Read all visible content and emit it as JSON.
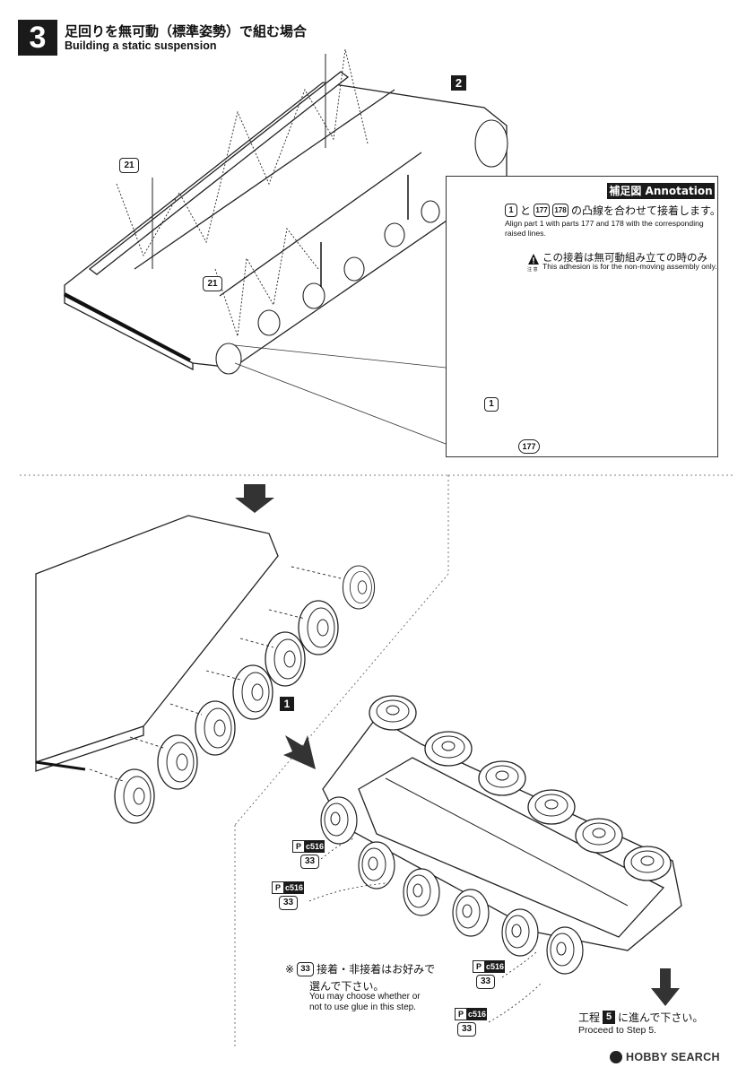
{
  "step": {
    "number": "3",
    "title_jp": "足回りを無可動（標準姿勢）で組む場合",
    "title_en": "Building a static suspension"
  },
  "refs": {
    "step2": "2",
    "step1": "1"
  },
  "parts": {
    "p21a": "21",
    "p21b": "21",
    "ann_1": "1",
    "ann_177": "177",
    "p33a": "33",
    "p33b": "33",
    "p33c": "33",
    "p33d": "33",
    "p33note": "33"
  },
  "annotation": {
    "header": "補足図 Annotation",
    "line1_part1": "1",
    "line1_and": "と",
    "line1_part177": "177",
    "line1_part178": "178",
    "line1_text": "の凸線を合わせて接着します。",
    "line1_en": "Align part 1 with parts 177 and 178 with the corresponding raised lines.",
    "warn_jp": "この接着は無可動組み立ての時のみ",
    "warn_en": "This adhesion is for the non-moving assembly only.",
    "warn_caption": "注 意"
  },
  "sprue": {
    "p_label": "P",
    "code": "c516"
  },
  "note": {
    "mark": "※",
    "part": "33",
    "jp_line1": "接着・非接着はお好みで",
    "jp_line2": "選んで下さい。",
    "en_line1": "You may choose whether or",
    "en_line2": "not to use glue in this step."
  },
  "proceed": {
    "jp_prefix": "工程",
    "step": "5",
    "jp_suffix": "に進んで下さい。",
    "en": "Proceed to Step 5."
  },
  "watermark": "HOBBY SEARCH"
}
